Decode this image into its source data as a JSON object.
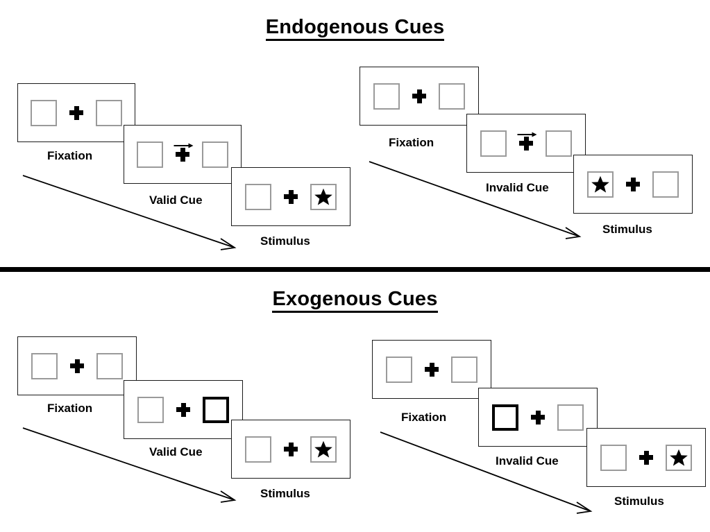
{
  "figure": {
    "sections": [
      {
        "id": "endogenous",
        "title": "Endogenous Cues",
        "sequences": [
          {
            "id": "endogenous-valid",
            "frames": [
              {
                "caption": "Fixation",
                "cue_type": "none",
                "cue_side": "none",
                "target_side": "none"
              },
              {
                "caption": "Valid Cue",
                "cue_type": "arrow",
                "cue_side": "right",
                "target_side": "none"
              },
              {
                "caption": "Stimulus",
                "cue_type": "none",
                "cue_side": "none",
                "target_side": "right"
              }
            ]
          },
          {
            "id": "endogenous-invalid",
            "frames": [
              {
                "caption": "Fixation",
                "cue_type": "none",
                "cue_side": "none",
                "target_side": "none"
              },
              {
                "caption": "Invalid Cue",
                "cue_type": "arrow",
                "cue_side": "right",
                "target_side": "none"
              },
              {
                "caption": "Stimulus",
                "cue_type": "none",
                "cue_side": "none",
                "target_side": "left"
              }
            ]
          }
        ]
      },
      {
        "id": "exogenous",
        "title": "Exogenous Cues",
        "sequences": [
          {
            "id": "exogenous-valid",
            "frames": [
              {
                "caption": "Fixation",
                "cue_type": "none",
                "cue_side": "none",
                "target_side": "none"
              },
              {
                "caption": "Valid Cue",
                "cue_type": "box-flash",
                "cue_side": "right",
                "target_side": "none"
              },
              {
                "caption": "Stimulus",
                "cue_type": "none",
                "cue_side": "none",
                "target_side": "right"
              }
            ]
          },
          {
            "id": "exogenous-invalid",
            "frames": [
              {
                "caption": "Fixation",
                "cue_type": "none",
                "cue_side": "none",
                "target_side": "none"
              },
              {
                "caption": "Invalid Cue",
                "cue_type": "box-flash",
                "cue_side": "left",
                "target_side": "none"
              },
              {
                "caption": "Stimulus",
                "cue_type": "none",
                "cue_side": "none",
                "target_side": "right"
              }
            ]
          }
        ]
      }
    ],
    "icons": {
      "fixation": "plus-icon",
      "target": "star-icon",
      "cue": "right-arrow-icon",
      "time": "time-arrow-icon"
    },
    "colors": {
      "ink": "#000000",
      "box_outline": "#9a9a9a",
      "panel_outline": "#1a1a1a",
      "background": "#ffffff"
    }
  }
}
